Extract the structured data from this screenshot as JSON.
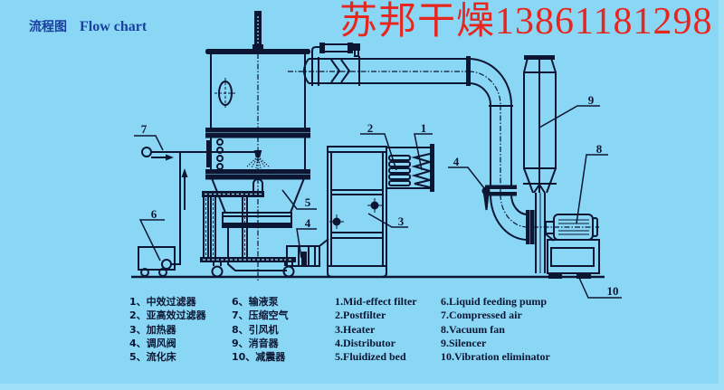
{
  "title": {
    "zh": "流程图",
    "en": "Flow chart"
  },
  "brand": {
    "text": "苏邦干燥13861181298"
  },
  "colors": {
    "background": "#8ad7f5",
    "line": "#0c1633",
    "title": "#1a3f9e",
    "brand": "#e6261f"
  },
  "diagram": {
    "callouts": {
      "mid_effect_filter": "1",
      "postfilter": "2",
      "heater": "3",
      "damper_bed": "4",
      "damper_duct": "4",
      "fluidized_bed": "5",
      "feeding_pump": "6",
      "compressed_air": "7",
      "vacuum_fan": "8",
      "silencer": "9",
      "vibration_eliminator": "10"
    }
  },
  "legend": {
    "zh": {
      "col1": [
        "1、中效过滤器",
        "2、亚高效过滤器",
        "3、加热器",
        "4、调风阀",
        "5、流化床"
      ],
      "col2": [
        "6、输液泵",
        "7、压缩空气",
        "8、引风机",
        "9、消音器",
        "10、减震器"
      ]
    },
    "en": {
      "col1": [
        "1.Mid-effect filter",
        "2.Postfilter",
        "3.Heater",
        "4.Distributor",
        "5.Fluidized bed"
      ],
      "col2": [
        "6.Liquid feeding pump",
        "7.Compressed air",
        "8.Vacuum fan",
        "9.Silencer",
        "10.Vibration eliminator"
      ]
    }
  }
}
